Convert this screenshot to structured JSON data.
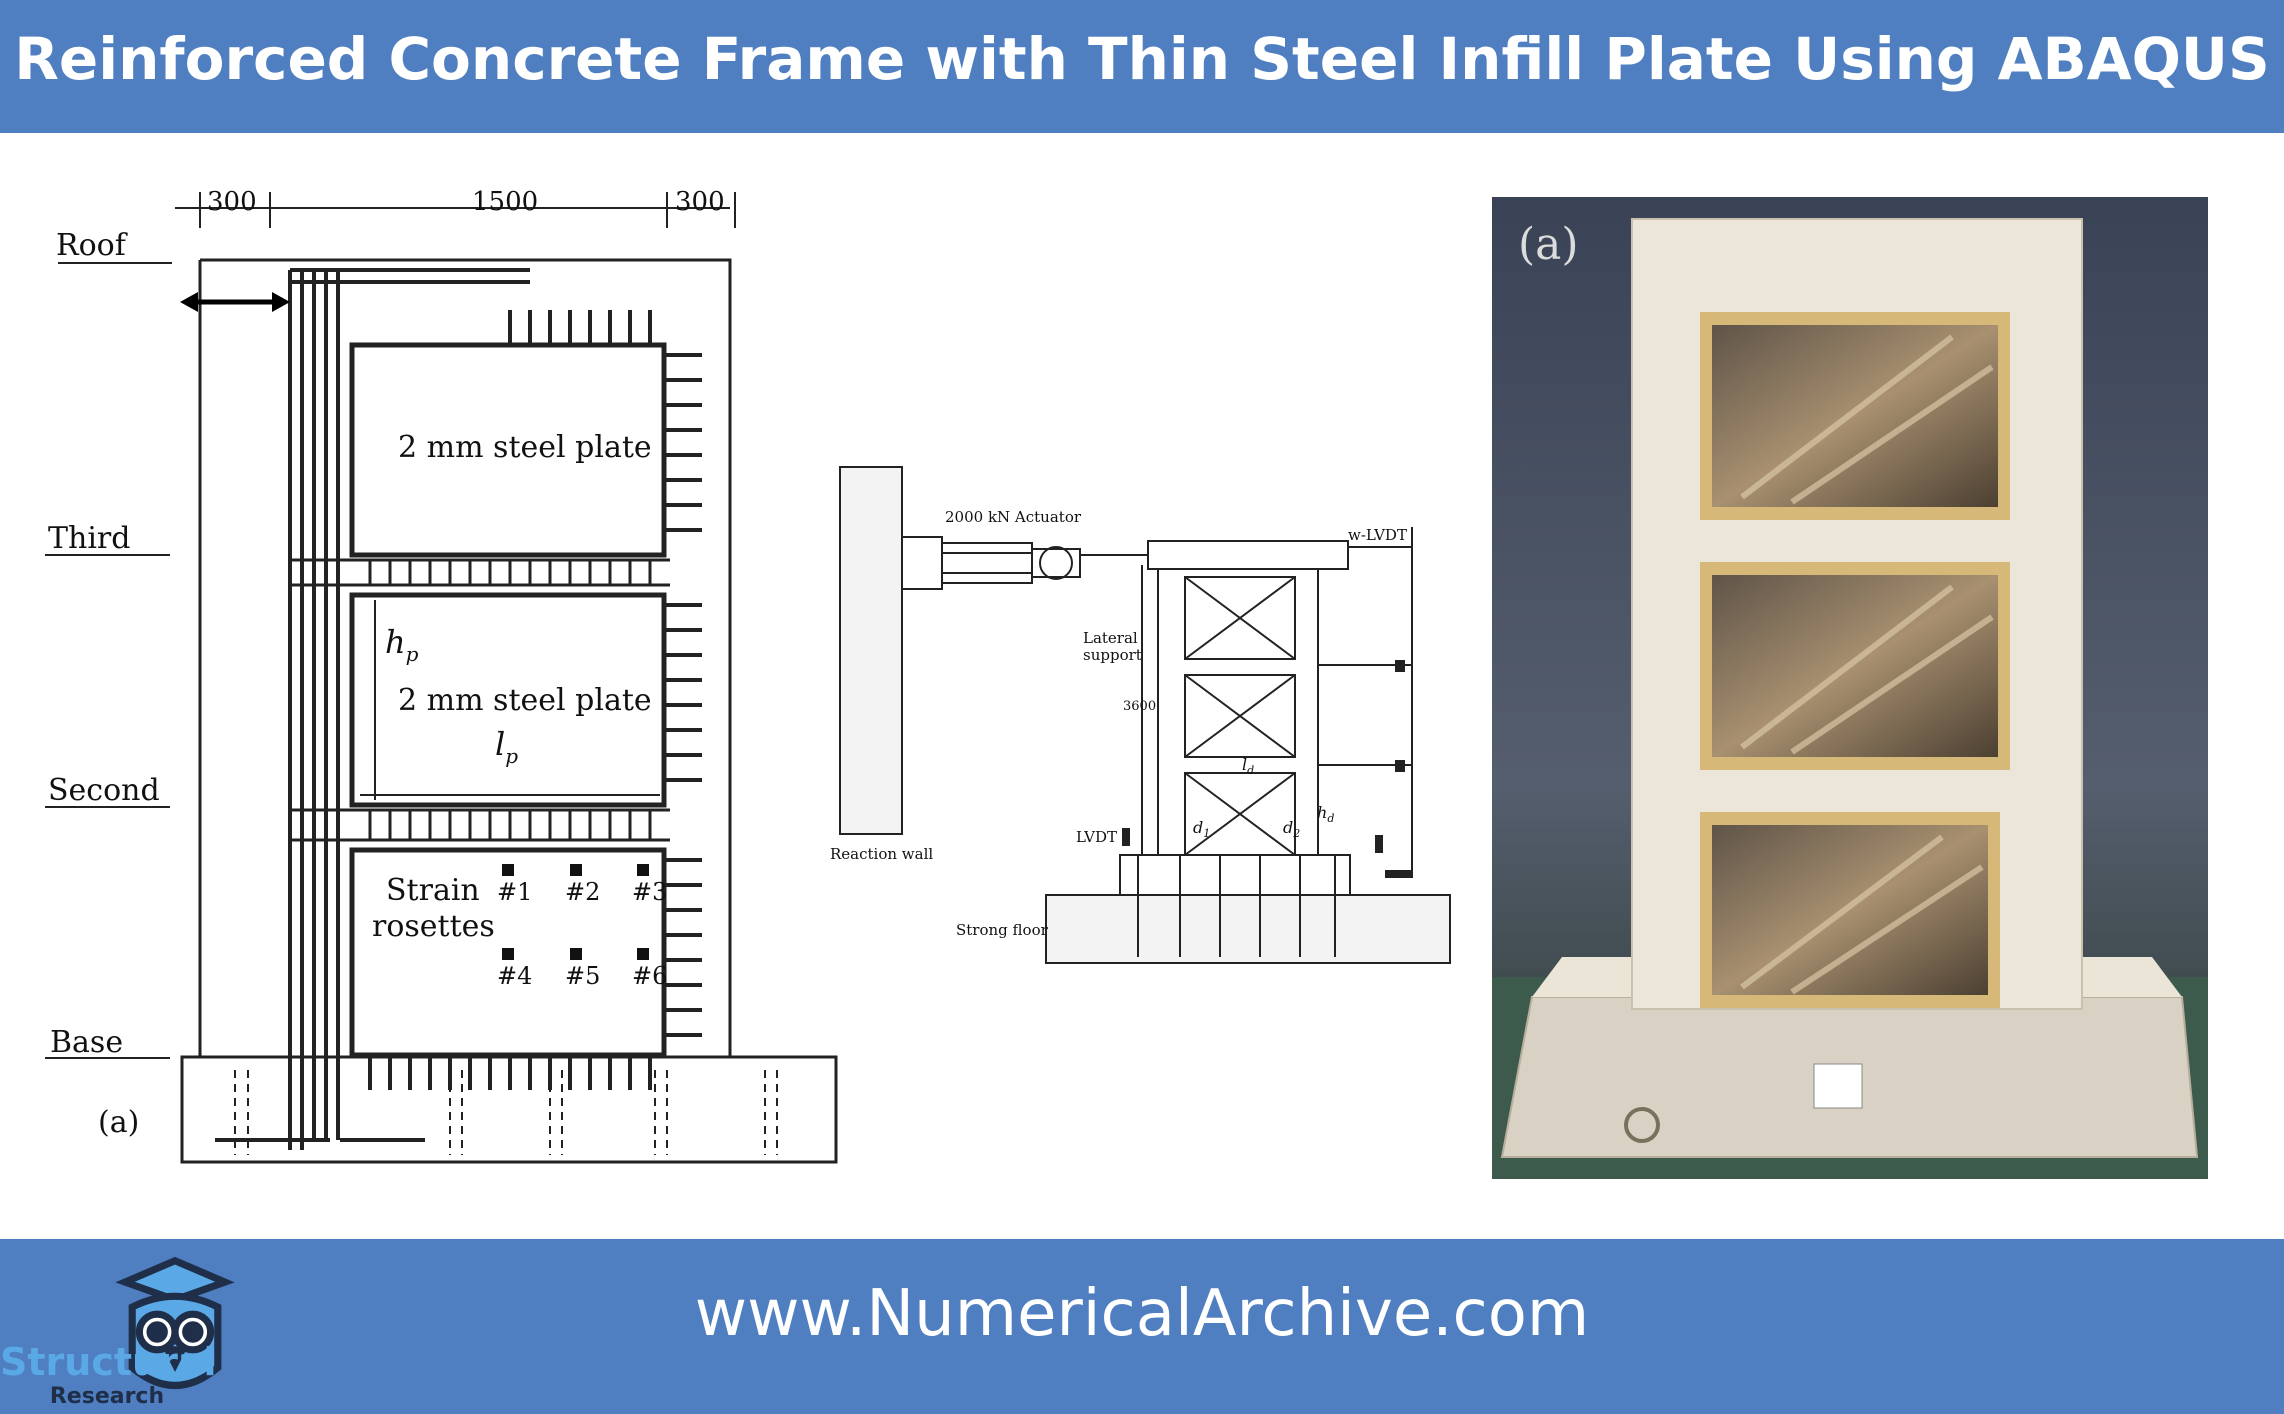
{
  "header": {
    "title": "Reinforced Concrete Frame with Thin Steel Infill Plate Using ABAQUS"
  },
  "footer": {
    "url": "www.NumericalArchive.com",
    "logo_word": "Structural",
    "logo_sub": "Research"
  },
  "left_drawing": {
    "dims": [
      "300",
      "1500",
      "300"
    ],
    "levels": [
      "Roof",
      "Third",
      "Second",
      "Base"
    ],
    "plate_labels": [
      "2 mm steel plate",
      "2 mm steel plate"
    ],
    "hp": "h",
    "hp_sub": "p",
    "lp": "l",
    "lp_sub": "p",
    "strain_label_1": "Strain",
    "strain_label_2": "rosettes",
    "gauges": [
      "#1",
      "#2",
      "#3",
      "#4",
      "#5",
      "#6"
    ],
    "panel_tag": "(a)"
  },
  "middle_drawing": {
    "actuator": "2000 kN Actuator",
    "wlvdt": "w-LVDT",
    "lateral_1": "Lateral",
    "lateral_2": "support",
    "height": "3600",
    "ld": "l",
    "ld_sub": "d",
    "hd": "h",
    "hd_sub": "d",
    "d1": "d",
    "d1_sub": "1",
    "d2": "d",
    "d2_sub": "2",
    "lvdt": "LVDT",
    "reaction_wall": "Reaction wall",
    "strong_floor": "Strong floor"
  },
  "photo": {
    "panel_tag": "(a)"
  },
  "colors": {
    "banner": "#4f7fc0",
    "logo_word": "#5aa9e6"
  }
}
